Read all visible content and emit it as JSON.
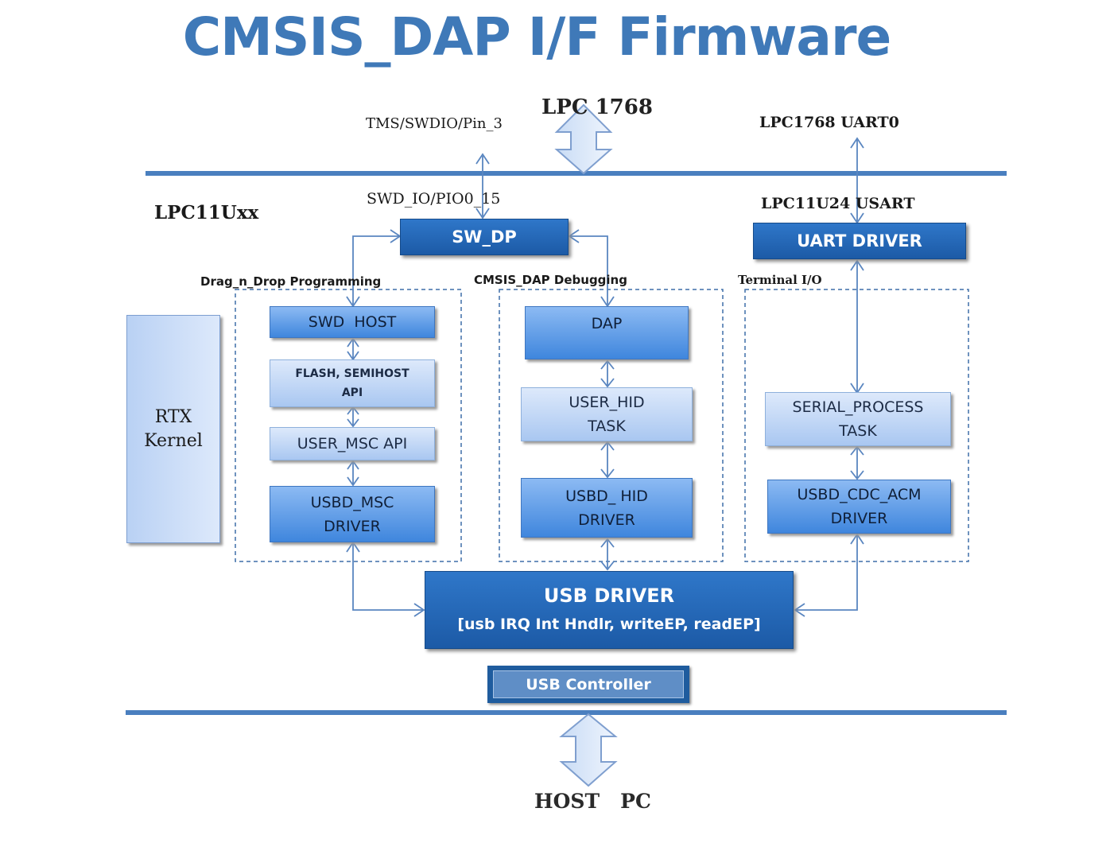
{
  "title": "CMSIS_DAP I/F Firmware",
  "labels": {
    "lpc1768": "LPC 1768",
    "tms_swdio": "TMS/SWDIO/Pin_3",
    "lpc1768_uart0": "LPC1768 UART0",
    "lpc11uxx": "LPC11Uxx",
    "swd_io": "SWD_IO/PIO0_15",
    "lpc11u24_usart": "LPC11U24 USART",
    "host_pc": "HOST   PC"
  },
  "groups": {
    "drag_n_drop": "Drag_n_Drop Programming",
    "cmsis_dap_debugging": "CMSIS_DAP Debugging",
    "terminal_io": "Terminal I/O"
  },
  "blocks": {
    "sw_dp": "SW_DP",
    "uart_driver": "UART DRIVER",
    "rtx_line1": "RTX",
    "rtx_line2": "Kernel",
    "swd_host": "SWD  HOST",
    "flash_line1": "FLASH, SEMIHOST",
    "flash_line2": "API",
    "user_msc_api": "USER_MSC API",
    "usbd_msc_line1": "USBD_MSC",
    "usbd_msc_line2": "DRIVER",
    "dap": "DAP",
    "user_hid_line1": "USER_HID",
    "user_hid_line2": "TASK",
    "usbd_hid_line1": "USBD_ HID",
    "usbd_hid_line2": "DRIVER",
    "serial_line1": "SERIAL_PROCESS",
    "serial_line2": "TASK",
    "usbd_cdc_line1": "USBD_CDC_ACM",
    "usbd_cdc_line2": "DRIVER",
    "usb_driver_line1": "USB DRIVER",
    "usb_driver_line2": "[usb IRQ Int Hndlr, writeEP, readEP]",
    "usb_controller": "USB Controller"
  },
  "colors": {
    "title": "#3f79b8",
    "bus_line": "#4a7fbf",
    "connector": "#5a86c0"
  }
}
